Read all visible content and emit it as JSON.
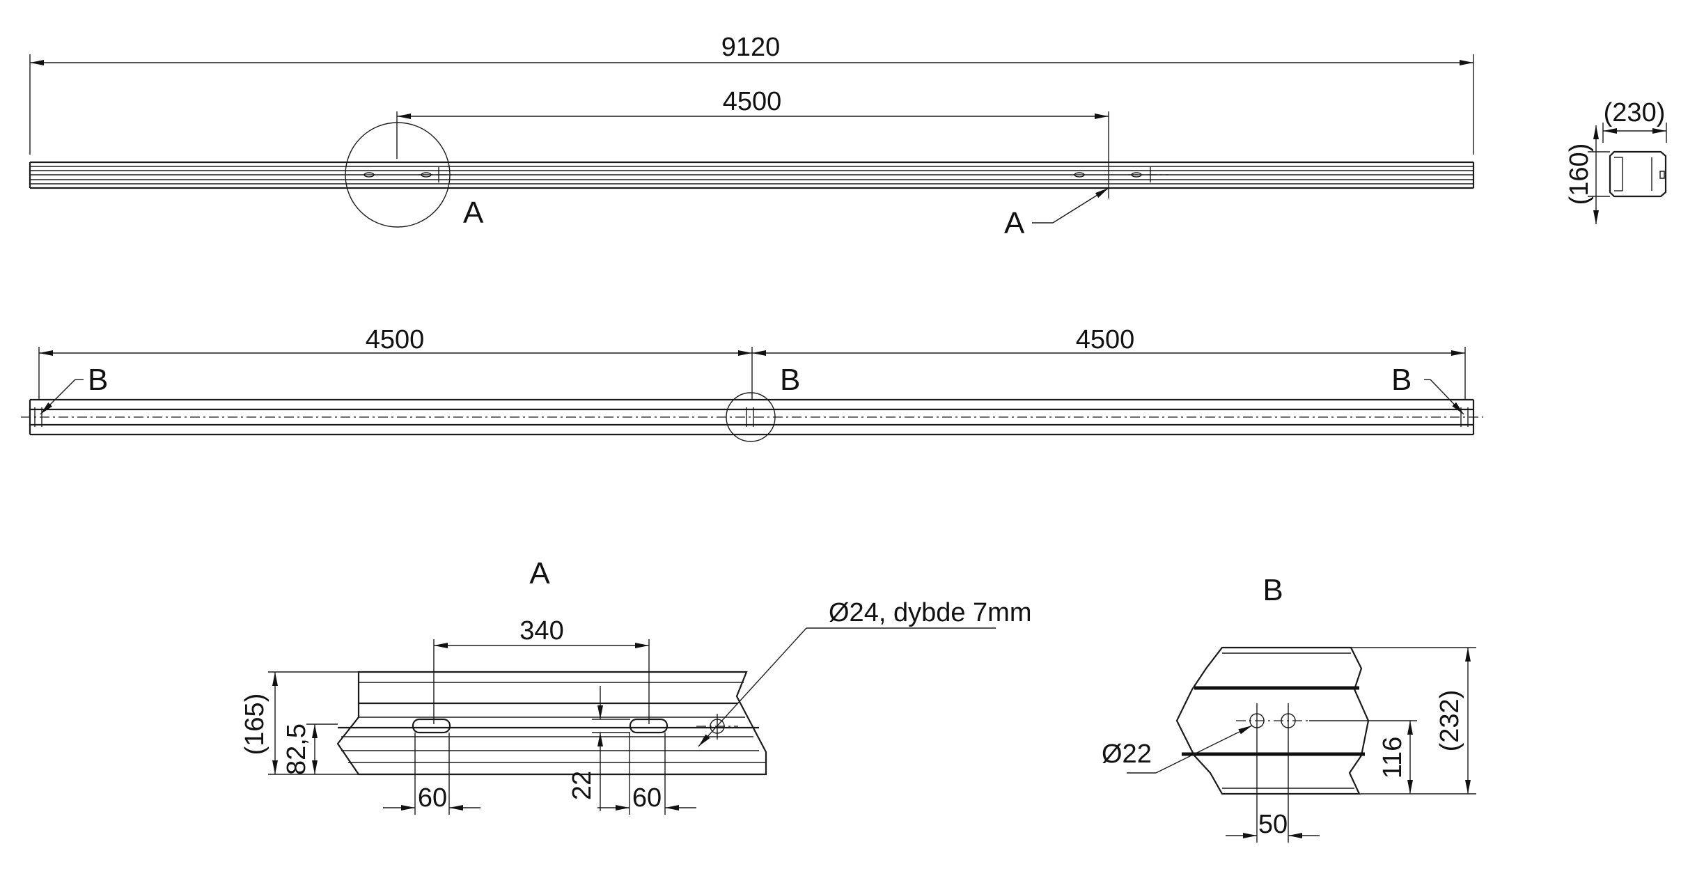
{
  "dimensions": {
    "overall_length": "9120",
    "top_spacing": "4500",
    "width_ref": "(230)",
    "height_ref": "(160)",
    "bottom_left_spacing": "4500",
    "bottom_right_spacing": "4500"
  },
  "labels": {
    "detail_a_circle": "A",
    "detail_a_leader": "A",
    "detail_b_left": "B",
    "detail_b_center": "B",
    "detail_b_right": "B"
  },
  "detail_a": {
    "title": "A",
    "slot_spacing": "340",
    "hole_note": "Ø24, dybde 7mm",
    "height_ref": "(165)",
    "hole_height": "82,5",
    "slot_width_left": "60",
    "slot_height": "22",
    "slot_width_right": "60"
  },
  "detail_b": {
    "title": "B",
    "hole_note": "Ø22",
    "hole_spacing": "50",
    "hole_height": "116",
    "height_ref": "(232)"
  }
}
